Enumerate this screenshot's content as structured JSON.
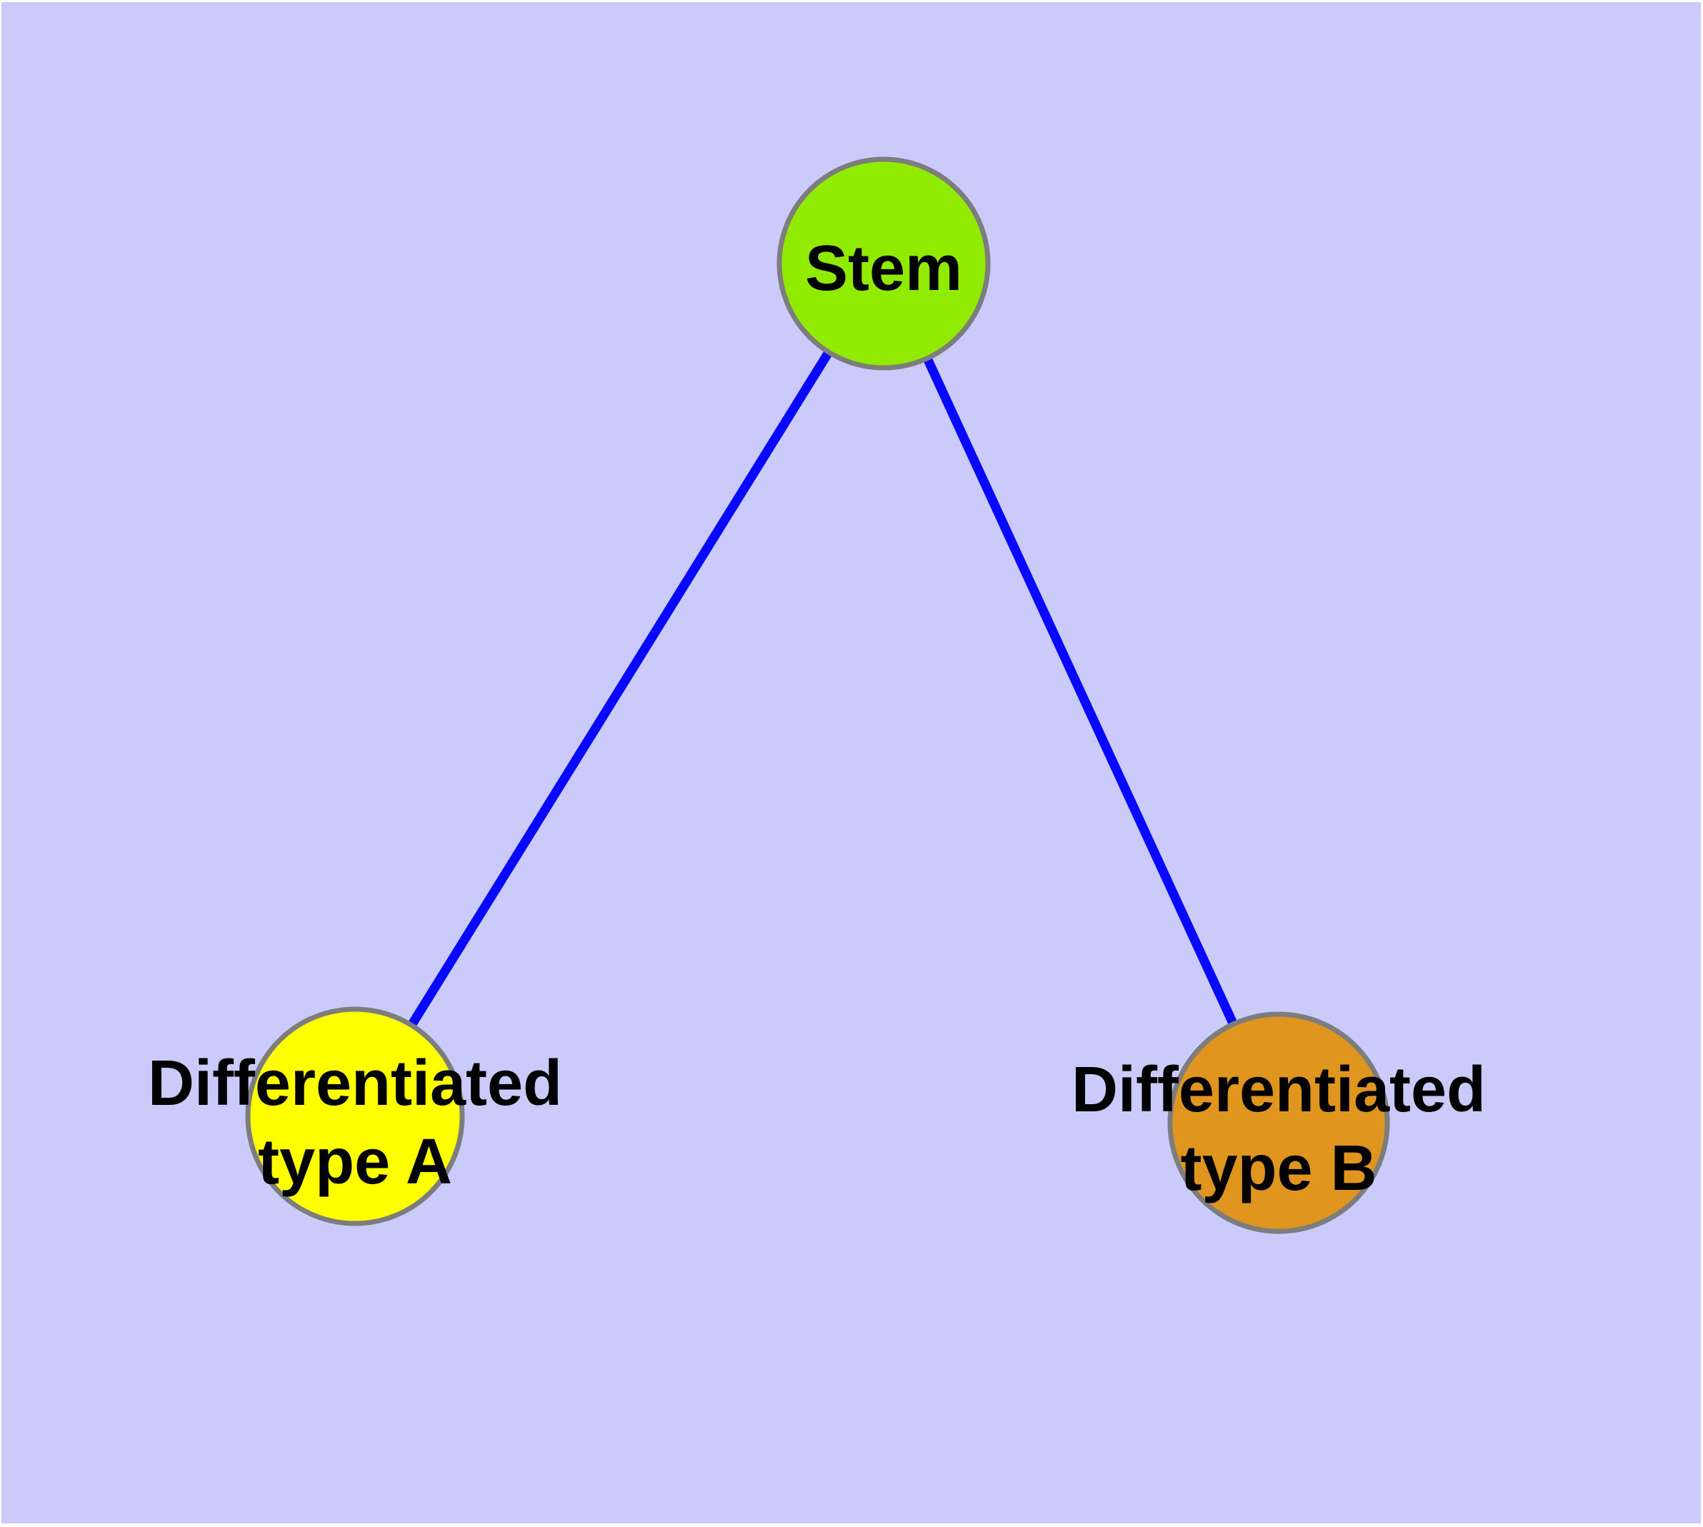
{
  "diagram": {
    "background_color": "#CACAFB",
    "frame_color": "#FFFFFF",
    "edge_color": "#0808FF",
    "node_border_color": "#7D7D7D",
    "label_color": "#000000",
    "nodes": [
      {
        "id": "stem",
        "label": "Stem",
        "fill": "#91EB00"
      },
      {
        "id": "differentiated-type-a",
        "label_line1": "Differentiated",
        "label_line2": "type A",
        "fill": "#FFFF00"
      },
      {
        "id": "differentiated-type-b",
        "label_line1": "Differentiated",
        "label_line2": "type B",
        "fill": "#E0951F"
      }
    ],
    "edges": [
      {
        "from": "stem",
        "to": "differentiated-type-a"
      },
      {
        "from": "stem",
        "to": "differentiated-type-b"
      }
    ]
  }
}
